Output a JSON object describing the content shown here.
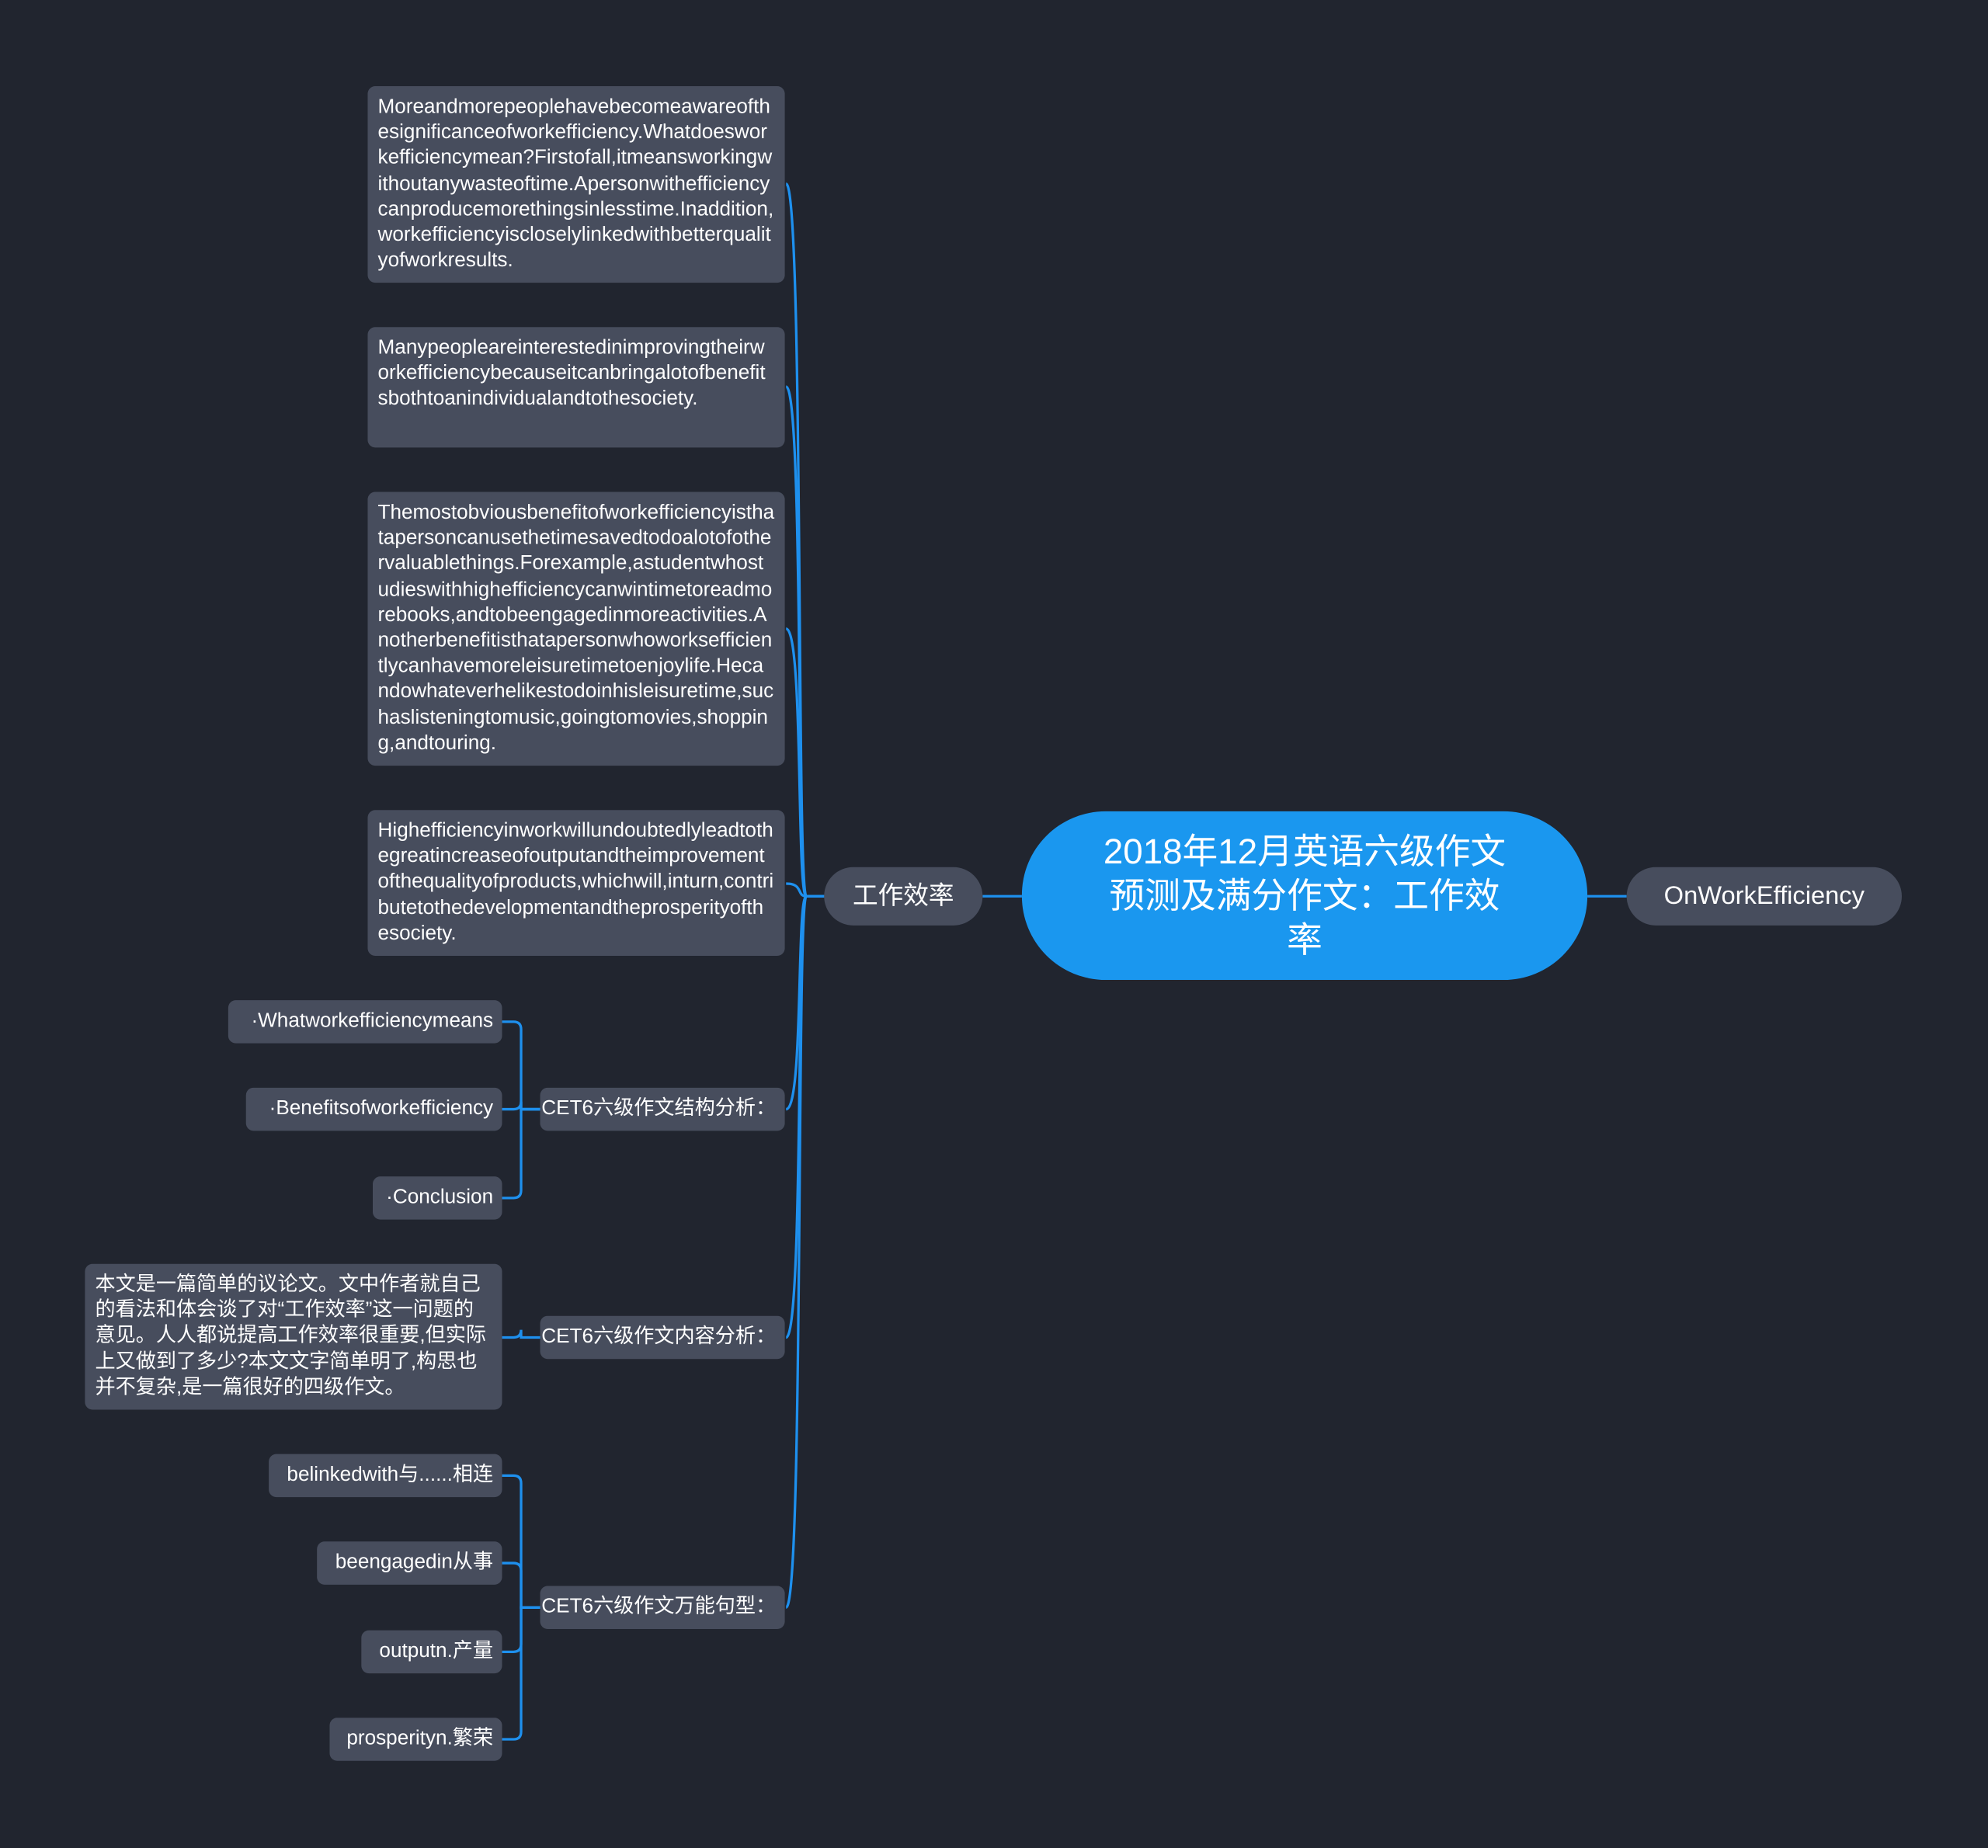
{
  "root": {
    "title": "2018年12月英语六级作文预测及满分作文：工作效率"
  },
  "right_branch": {
    "label": "OnWorkEfficiency"
  },
  "left_branch": {
    "label": "工作效率",
    "paragraphs": [
      "Moreandmorepeoplehavebecomeawareofthesignificanceofworkefficiency.Whatdoesworkefficiencymean?Firstofall,itmeansworkingwithoutanywasteoftime.Apersonwithefficiencycanproducemorethingsinlesstime.Inaddition,workefficiencyiscloselylinkedwithbetterqualityofworkresults.",
      "Manypeopleareinterestedinimprovingtheirworkefficiencybecauseitcanbringalotofbenefitsbothtoanindividualandtothesociety.",
      "Themostobviousbenefitofworkefficiencyisthatapersoncanusethetimesavedtodoalotofothervaluablethings.Forexample,astudentwhostudieswithhighefficiencycanwintimetoreadmorebooks,andtobeengagedinmoreactivities.Anotherbenefitisthatapersonwhoworksefficientlycanhavemoreleisuretimetoenjoylife.Hecandowhateverhelikestodoinhisleisuretime,suchaslisteningtomusic,goingtomovies,shopping,andtouring.",
      "Highefficiencyinworkwillundoubtedlyleadtothegreatincreaseofoutputandtheimprovementofthequalityofproducts,whichwill,inturn,contributetothedevelopmentandtheprosperityofthesociety."
    ],
    "structure": {
      "label": "CET6六级作文结构分析：",
      "items": [
        "·Whatworkefficiencymeans",
        "·Benefitsofworkefficiency",
        "·Conclusion"
      ]
    },
    "content": {
      "label": "CET6六级作文内容分析：",
      "text": "本文是一篇简单的议论文。文中作者就自己的看法和体会谈了对“工作效率”这一问题的意见。人人都说提高工作效率很重要,但实际上又做到了多少?本文文字简单明了,构思也并不复杂,是一篇很好的四级作文。"
    },
    "phrases": {
      "label": "CET6六级作文万能句型：",
      "items": [
        "belinkedwith与......相连",
        "beengagedin从事",
        "outputn.产量",
        "prosperityn.繁荣"
      ]
    }
  },
  "colors": {
    "background": "#21252f",
    "node": "#474d5d",
    "root": "#1a97ef",
    "line": "#1e90ee"
  }
}
